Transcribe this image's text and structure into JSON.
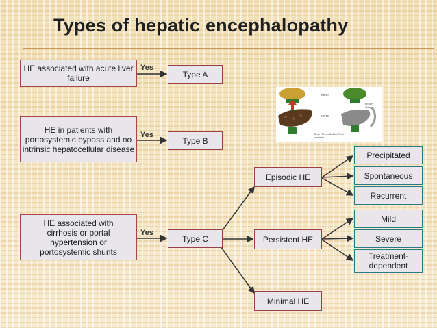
{
  "title": "Types of hepatic encephalopathy",
  "yes_label": "Yes",
  "conditions": {
    "a": "HE associated with acute liver failure",
    "b": "HE in patients with portosystemic bypass and no intrinsic hepatocellular disease",
    "c": "HE associated with cirrhosis or portal hypertension or portosystemic shunts"
  },
  "types": {
    "a": "Type A",
    "b": "Type B",
    "c": "Type C"
  },
  "subtypes": {
    "episodic": "Episodic HE",
    "persistent": "Persistent HE",
    "minimal": "Minimal HE"
  },
  "episodic_forms": [
    "Precipitated",
    "Spontaneous",
    "Recurrent"
  ],
  "persistent_forms": [
    "Mild",
    "Severe",
    "Treatment-dependent"
  ],
  "figure": {
    "brain_label": "BRAIN",
    "liver_label": "LIVER",
    "toxic_label": "Toxic N2 metabolites From Intestines",
    "changes_label": "Profile changes",
    "colors": {
      "brain": "#c9a033",
      "brain_damaged": "#4a8a2a",
      "liver": "#5a3a1e",
      "arrow_up": "#c0392b"
    }
  }
}
